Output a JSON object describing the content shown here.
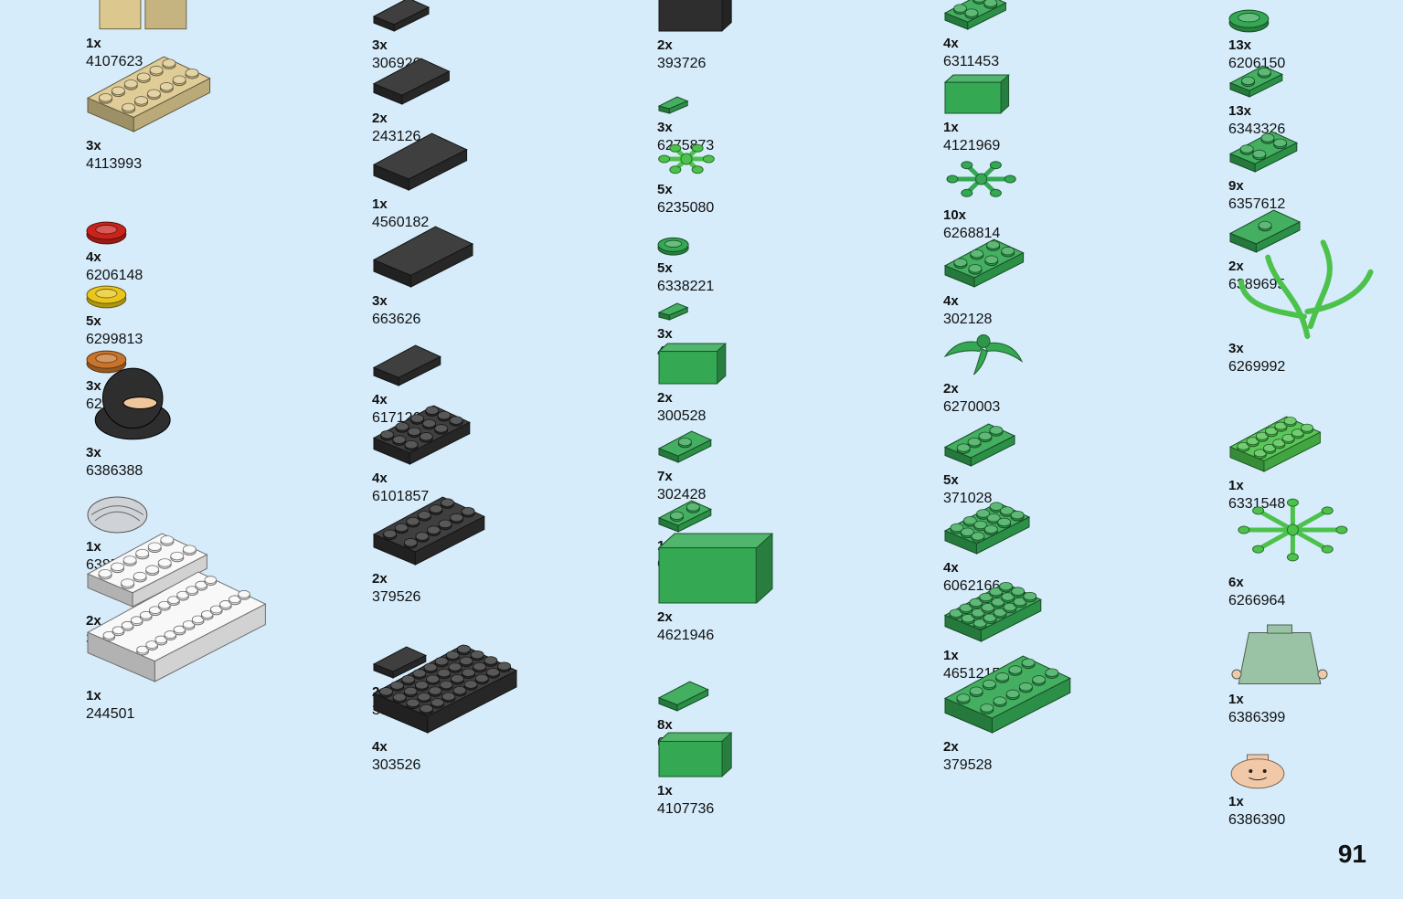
{
  "page_number": "91",
  "colors": {
    "background": "#d6ecfa",
    "tan": "#dcc88e",
    "black": "#2e2e2e",
    "white": "#f7f7f7",
    "green": "#34a853",
    "bright_green": "#4cc24c",
    "sand_green": "#9ac2a4",
    "red": "#c9231c",
    "yellow": "#e8c61b",
    "orange": "#c8742a",
    "silver": "#cfd3d8",
    "flesh": "#f2c9a8"
  },
  "columns": [
    [
      {
        "qty": "1x",
        "id": "4107623",
        "color": "tan",
        "icon": "minifig-legs-icon"
      },
      {
        "qty": "3x",
        "id": "4113993",
        "color": "tan",
        "icon": "plate-2x6-icon"
      },
      {
        "qty": "4x",
        "id": "6206148",
        "color": "red",
        "icon": "round-plate-1x1-icon"
      },
      {
        "qty": "5x",
        "id": "6299813",
        "color": "yellow",
        "icon": "round-plate-1x1-icon"
      },
      {
        "qty": "3x",
        "id": "6214234",
        "color": "orange",
        "icon": "round-plate-1x1-icon"
      },
      {
        "qty": "3x",
        "id": "6386388",
        "color": "black",
        "icon": "monkey-figure-icon"
      },
      {
        "qty": "1x",
        "id": "6385577",
        "color": "silver",
        "icon": "shell-piece-icon"
      },
      {
        "qty": "2x",
        "id": "379501",
        "color": "white",
        "icon": "plate-2x6-icon"
      },
      {
        "qty": "1x",
        "id": "244501",
        "color": "white",
        "icon": "plate-2x12-icon"
      }
    ],
    [
      {
        "qty": "3x",
        "id": "306926",
        "color": "black",
        "icon": "tile-1x2-icon"
      },
      {
        "qty": "2x",
        "id": "243126",
        "color": "black",
        "icon": "tile-1x4-icon"
      },
      {
        "qty": "1x",
        "id": "4560182",
        "color": "black",
        "icon": "tile-2x4-icon"
      },
      {
        "qty": "3x",
        "id": "663626",
        "color": "black",
        "icon": "tile-1x6-icon"
      },
      {
        "qty": "4x",
        "id": "6171264",
        "color": "black",
        "icon": "curved-tile-icon"
      },
      {
        "qty": "4x",
        "id": "6101857",
        "color": "black",
        "icon": "quarter-round-plate-icon"
      },
      {
        "qty": "2x",
        "id": "379526",
        "color": "black",
        "icon": "plate-2x6-icon"
      },
      {
        "qty": "2x",
        "id": "393826",
        "color": "black",
        "icon": "hinge-plate-icon"
      },
      {
        "qty": "4x",
        "id": "303526",
        "color": "black",
        "icon": "plate-4x8-icon"
      }
    ],
    [
      {
        "qty": "2x",
        "id": "393726",
        "color": "black",
        "icon": "bracket-icon"
      },
      {
        "qty": "3x",
        "id": "6275873",
        "color": "green",
        "icon": "small-slope-icon"
      },
      {
        "qty": "5x",
        "id": "6235080",
        "color": "bright_green",
        "icon": "palm-top-icon"
      },
      {
        "qty": "5x",
        "id": "6338221",
        "color": "green",
        "icon": "round-plate-1x1-icon"
      },
      {
        "qty": "3x",
        "id": "4558593",
        "color": "green",
        "icon": "tile-1x1-icon"
      },
      {
        "qty": "2x",
        "id": "300528",
        "color": "green",
        "icon": "brick-1x1-icon"
      },
      {
        "qty": "7x",
        "id": "302428",
        "color": "green",
        "icon": "plate-1x1-icon"
      },
      {
        "qty": "1x",
        "id": "6210271",
        "color": "green",
        "icon": "plate-1x2-rounded-icon"
      },
      {
        "qty": "2x",
        "id": "4621946",
        "color": "green",
        "icon": "wedge-plate-icon"
      },
      {
        "qty": "8x",
        "id": "6047426",
        "color": "green",
        "icon": "curved-slope-icon"
      },
      {
        "qty": "1x",
        "id": "4107736",
        "color": "green",
        "icon": "brick-1x2-icon"
      }
    ],
    [
      {
        "qty": "4x",
        "id": "6311453",
        "color": "green",
        "icon": "wedge-2x2-icon"
      },
      {
        "qty": "1x",
        "id": "4121969",
        "color": "green",
        "icon": "slope-2x2-icon"
      },
      {
        "qty": "10x",
        "id": "6268814",
        "color": "green",
        "icon": "leaf-plant-icon"
      },
      {
        "qty": "4x",
        "id": "302128",
        "color": "green",
        "icon": "plate-2x3-icon"
      },
      {
        "qty": "2x",
        "id": "6270003",
        "color": "green",
        "icon": "palm-leaves-icon"
      },
      {
        "qty": "5x",
        "id": "371028",
        "color": "green",
        "icon": "plate-1x4-icon"
      },
      {
        "qty": "4x",
        "id": "6062166",
        "color": "green",
        "icon": "round-corner-plate-icon"
      },
      {
        "qty": "1x",
        "id": "4651215",
        "color": "green",
        "icon": "wedge-plate-large-icon"
      },
      {
        "qty": "2x",
        "id": "379528",
        "color": "green",
        "icon": "plate-2x6-icon"
      }
    ],
    [
      {
        "qty": "13x",
        "id": "6206150",
        "color": "green",
        "icon": "round-plate-1x1-icon"
      },
      {
        "qty": "13x",
        "id": "6343326",
        "color": "green",
        "icon": "plate-1x2-icon"
      },
      {
        "qty": "9x",
        "id": "6357612",
        "color": "green",
        "icon": "plate-2x2-icon"
      },
      {
        "qty": "2x",
        "id": "6389695",
        "color": "green",
        "icon": "tile-2x2-center-stud-icon"
      },
      {
        "qty": "3x",
        "id": "6269992",
        "color": "bright_green",
        "icon": "seaweed-plant-icon"
      },
      {
        "qty": "1x",
        "id": "6331548",
        "color": "bright_green",
        "icon": "curved-plate-icon"
      },
      {
        "qty": "6x",
        "id": "6266964",
        "color": "bright_green",
        "icon": "leaf-cluster-icon"
      },
      {
        "qty": "1x",
        "id": "6386399",
        "color": "sand_green",
        "icon": "minifig-torso-icon"
      },
      {
        "qty": "1x",
        "id": "6386390",
        "color": "flesh",
        "icon": "minifig-head-icon"
      }
    ]
  ]
}
